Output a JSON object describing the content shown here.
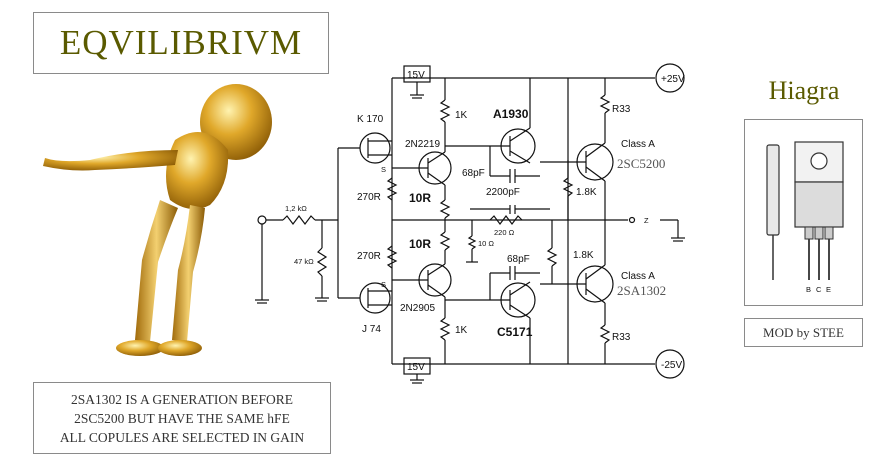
{
  "title": "EQVILIBRIVM",
  "note_lines": [
    "2SA1302 IS A GENERATION BEFORE",
    "2SC5200 BUT HAVE THE SAME hFE",
    "ALL COPULES ARE SELECTED IN GAIN"
  ],
  "brand": "Hiagra",
  "mod_credit": "MOD by STEE",
  "package_pins": [
    "B",
    "C",
    "E"
  ],
  "schematic": {
    "supply_pos": "+25V",
    "supply_neg": "-25V",
    "regulated_top": "15V",
    "regulated_bottom": "15V",
    "jfet_top": "K 170",
    "jfet_bottom": "J 74",
    "jfet_pin_top": "S",
    "jfet_pin_bottom": "S",
    "q_driver_top": "2N2219",
    "q_driver_bottom": "2N2905",
    "q_mid_top": "A1930",
    "q_mid_bottom": "C5171",
    "q_out_top_label": "Class A",
    "q_out_top": "2SC5200",
    "q_out_bottom_label": "Class A",
    "q_out_bottom": "2SA1302",
    "r_in": "1,2 kΩ",
    "r_in_shunt": "47 kΩ",
    "r_270_top": "270R",
    "r_270_bottom": "270R",
    "r_10_top": "10R",
    "r_10_bottom": "10R",
    "r_1k_top": "1K",
    "r_1k_bottom": "1K",
    "c_68_top": "68pF",
    "c_68_bottom": "68pF",
    "c_fb": "2200pF",
    "r_fb": "220 Ω",
    "r_10ohm": "10 Ω",
    "r_18k_top": "1.8K",
    "r_18k_bottom": "1.8K",
    "r_033_top": "R33",
    "r_033_bottom": "R33",
    "out_label": "Z"
  }
}
